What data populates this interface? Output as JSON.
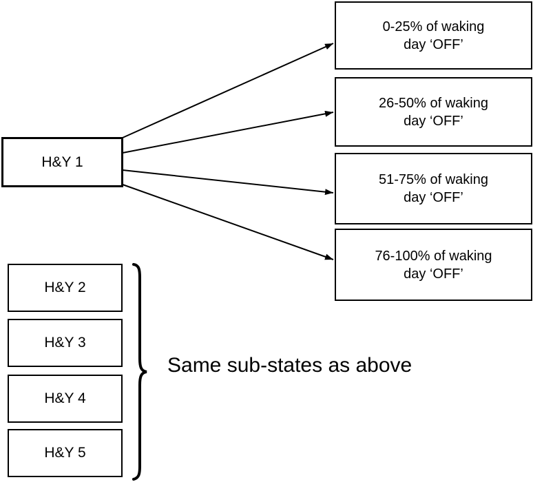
{
  "diagram": {
    "root": {
      "label": "H&Y 1"
    },
    "off_states": [
      {
        "line1": "0-25% of waking",
        "line2": "day ‘OFF’"
      },
      {
        "line1": "26-50% of waking",
        "line2": "day ‘OFF’"
      },
      {
        "line1": "51-75% of waking",
        "line2": "day ‘OFF’"
      },
      {
        "line1": "76-100% of waking",
        "line2": "day ‘OFF’"
      }
    ],
    "stages": [
      {
        "label": "H&Y 2"
      },
      {
        "label": "H&Y 3"
      },
      {
        "label": "H&Y 4"
      },
      {
        "label": "H&Y 5"
      }
    ],
    "annotation": {
      "text": "Same sub-states as above"
    },
    "colors": {
      "line": "#000000",
      "text": "#000000",
      "background": "#ffffff"
    }
  }
}
